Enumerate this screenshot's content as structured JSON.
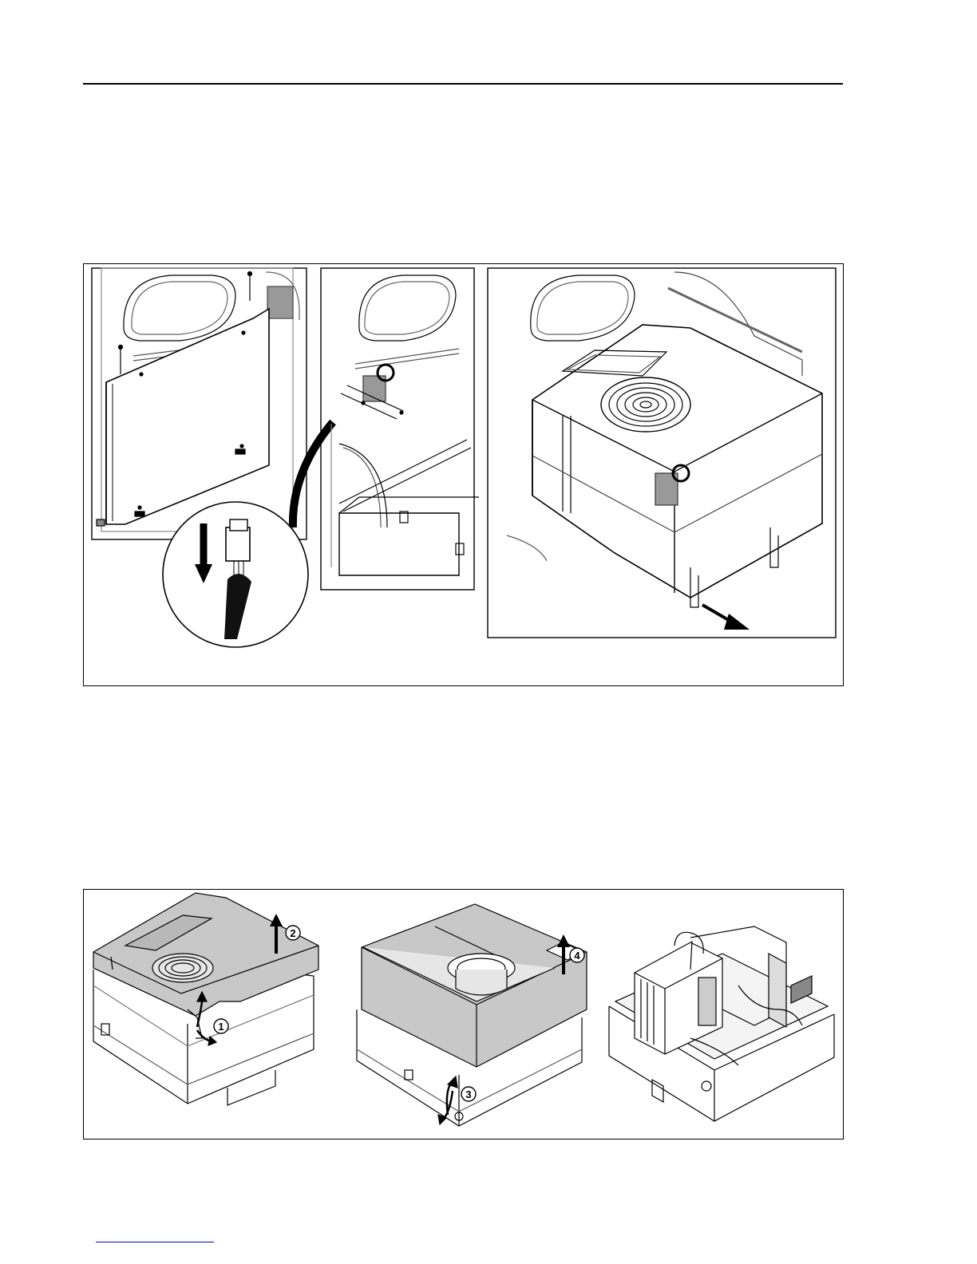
{
  "figure2": {
    "step_labels": [
      "1",
      "2",
      "3",
      "4"
    ]
  },
  "colors": {
    "line": "#000000",
    "shade": "#c8c8c8",
    "light_shade": "#e6e6e6",
    "footer_link": "#0000cc"
  }
}
